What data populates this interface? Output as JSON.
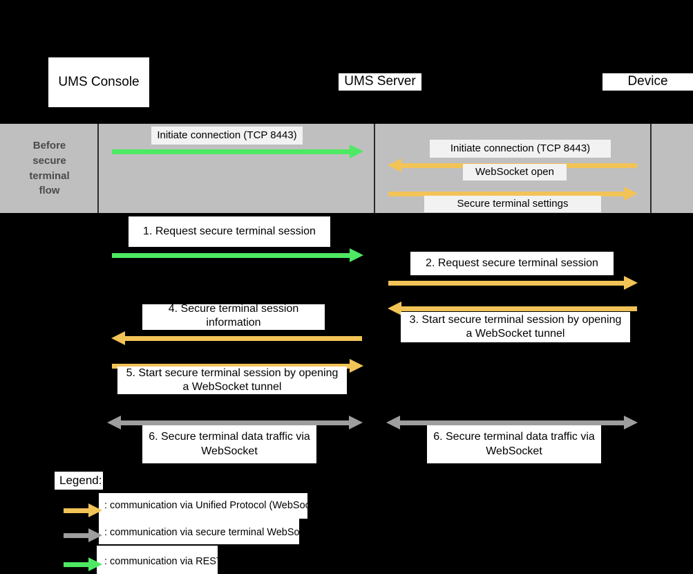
{
  "colors": {
    "background": "#000000",
    "band": "#bfbfbf",
    "band_text": "#4a4a4a",
    "rest_green": "#4ee863",
    "unified_gold": "#f2c356",
    "secure_gray": "#9e9e9e",
    "chip_bg": "#ffffff"
  },
  "participants": [
    {
      "label": "UMS Console"
    },
    {
      "label": "UMS Server"
    },
    {
      "label": "Device"
    }
  ],
  "band": {
    "title": "Before\nsecure\nterminal\nflow",
    "title_lines": [
      "Before",
      "secure",
      "terminal",
      "flow"
    ],
    "messages": [
      {
        "id": "b1",
        "text": "Initiate connection (TCP 8443)",
        "lane": "console-server",
        "direction": "right",
        "style": "rest"
      },
      {
        "id": "b2",
        "text": "Initiate connection (TCP 8443)",
        "lane": "server-device",
        "direction": "left",
        "style": "unified"
      },
      {
        "id": "b3",
        "text": "WebSocket open",
        "lane": "server-device",
        "direction": "left",
        "style": "unified"
      },
      {
        "id": "b4",
        "text": "Secure terminal settings",
        "lane": "server-device",
        "direction": "right",
        "style": "unified"
      }
    ]
  },
  "flow": {
    "messages": [
      {
        "id": "s1",
        "number": "1.",
        "text": "Request secure terminal session",
        "lane": "console-server",
        "direction": "right",
        "style": "rest"
      },
      {
        "id": "s2",
        "number": "2.",
        "text": "Request secure terminal session",
        "lane": "server-device",
        "direction": "right",
        "style": "unified"
      },
      {
        "id": "s3",
        "number": "3.",
        "text": "Start secure terminal session by opening a WebSocket tunnel",
        "lane": "server-device",
        "direction": "left",
        "style": "unified"
      },
      {
        "id": "s4",
        "number": "4.",
        "text": "Secure terminal session information",
        "lane": "console-server",
        "direction": "left",
        "style": "unified"
      },
      {
        "id": "s5",
        "number": "5.",
        "text": "Start secure terminal session by opening a WebSocket tunnel",
        "lane": "console-server",
        "direction": "right",
        "style": "unified"
      },
      {
        "id": "s6a",
        "number": "6.",
        "text": "Secure terminal data traffic via WebSocket",
        "lane": "console-server",
        "direction": "both",
        "style": "secure"
      },
      {
        "id": "s6b",
        "number": "6.",
        "text": "Secure terminal data traffic via WebSocket",
        "lane": "server-device",
        "direction": "both",
        "style": "secure"
      }
    ],
    "label_1": "1.   Request secure terminal session",
    "label_2": "2.   Request secure terminal session",
    "label_3_line1": "3.   Start secure terminal session by opening",
    "label_3_line2": "a WebSocket tunnel",
    "label_4_line1": "4.   Secure terminal session",
    "label_4_line2": "information",
    "label_5_line1": "5.   Start secure terminal session by opening",
    "label_5_line2": "a WebSocket tunnel",
    "label_6a_line1": "6.   Secure terminal data traffic via",
    "label_6a_line2": "WebSocket",
    "label_6b_line1": "6.   Secure terminal data traffic via",
    "label_6b_line2": "WebSocket"
  },
  "legend": {
    "title": "Legend:",
    "items": [
      {
        "color": "#f2c356",
        "text": ": communication via Unified Protocol (WebSocket)"
      },
      {
        "color": "#9e9e9e",
        "text": ": communication via secure terminal WebSocket"
      },
      {
        "color": "#4ee863",
        "text": ": communication via REST"
      }
    ]
  }
}
